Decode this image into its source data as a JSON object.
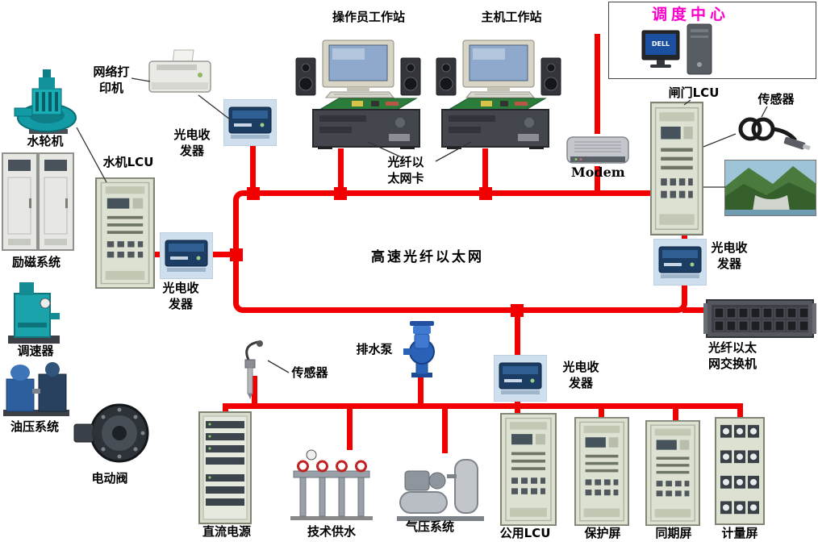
{
  "colors": {
    "bus": "#f20000",
    "dispatch": "#ff00cc"
  },
  "dispatch": {
    "title": "调度中心",
    "pc_brand": "DELL"
  },
  "labels": {
    "operator_ws": "操作员工作站",
    "host_ws": "主机工作站",
    "printer": "网络打印机",
    "turbine": "水轮机",
    "hydro_lcu": "水机LCU",
    "transceiver": "光电收发器",
    "fiber_card": "光纤以太网卡",
    "modem": "Modem",
    "gate_lcu": "闸门LCU",
    "sensor": "传感器",
    "backbone": "高速光纤以太网",
    "excitation": "励磁系统",
    "governor": "调速器",
    "oil_system": "油压系统",
    "electric_valve": "电动阀",
    "drain_pump": "排水泵",
    "dc_power": "直流电源",
    "tech_water": "技术供水",
    "air_system": "气压系统",
    "common_lcu": "公用LCU",
    "protection_panel": "保护屏",
    "sync_panel": "同期屏",
    "meter_panel": "计量屏",
    "fiber_switch": "光纤以太网交换机"
  }
}
